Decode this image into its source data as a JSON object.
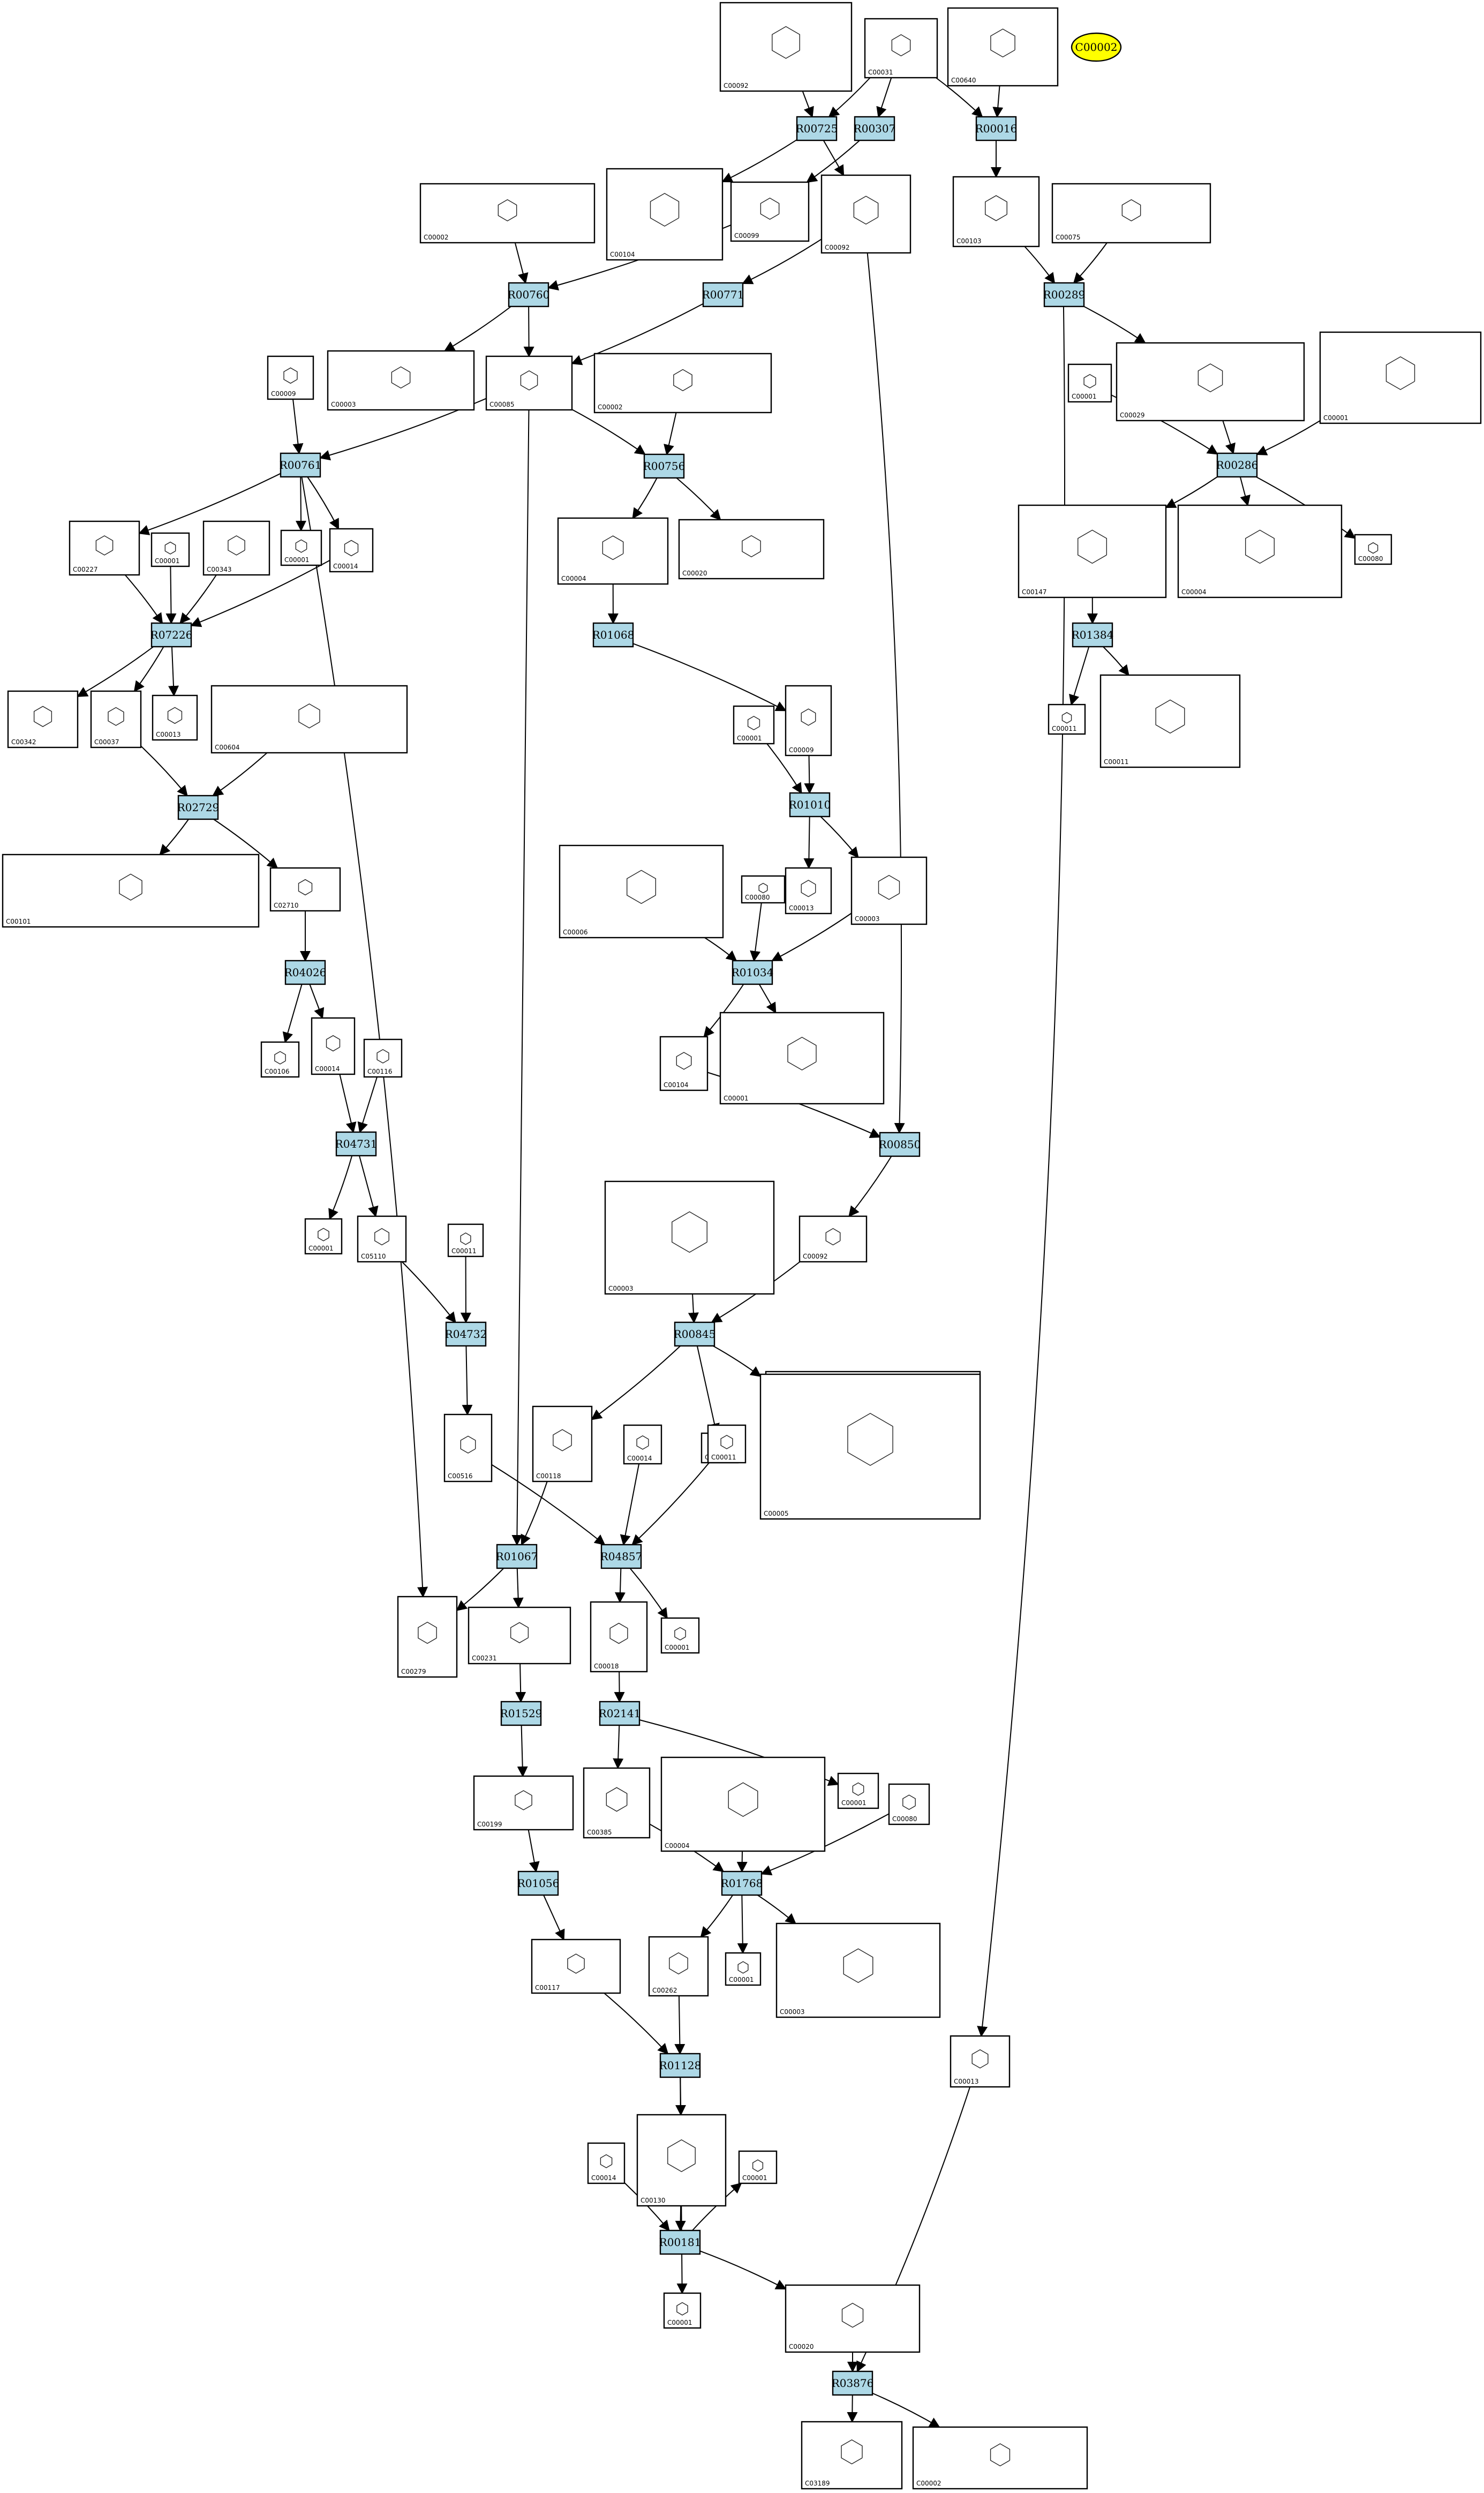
{
  "highlight": {
    "label": "C00002",
    "color": "#ffff00"
  },
  "colors": {
    "reaction_fill": "#add8e6",
    "compound_fill": "#ffffff",
    "stroke": "#000000"
  },
  "reactions": [
    "R00725",
    "R00307",
    "R00016",
    "R00760",
    "R00771",
    "R00289",
    "R00761",
    "R00756",
    "R00286",
    "R07226",
    "R01068",
    "R01384",
    "R02729",
    "R01010",
    "R04026",
    "R01034",
    "R04731",
    "R00850",
    "R04732",
    "R00845",
    "R01067",
    "R04857",
    "R01529",
    "R02141",
    "R01056",
    "R01768",
    "R01128",
    "R00181",
    "R03876"
  ],
  "compounds": [
    "C00092",
    "C00031",
    "C00640",
    "C00002",
    "C00104",
    "C00099",
    "C00092",
    "C00103",
    "C00075",
    "C00009",
    "C00003",
    "C00085",
    "C00002",
    "C00029",
    "C00001",
    "C00001",
    "C00227",
    "C00001",
    "C00343",
    "C00001",
    "C00014",
    "C00004",
    "C00020",
    "C00147",
    "C00004",
    "C00080",
    "C00342",
    "C00037",
    "C00013",
    "C00604",
    "C00011",
    "C00001",
    "C00009",
    "C00011",
    "C00101",
    "C02710",
    "C00006",
    "C00080",
    "C00013",
    "C00003",
    "C00104",
    "C00001",
    "C00106",
    "C00014",
    "C00116",
    "C00003",
    "C00001",
    "C05110",
    "C00011",
    "C00092",
    "C00006",
    "C00516",
    "C00118",
    "C00014",
    "C00080",
    "C00011",
    "C00005",
    "C00279",
    "C00231",
    "C00018",
    "C00001",
    "C00199",
    "C00385",
    "C00004",
    "C00001",
    "C00080",
    "C00117",
    "C00262",
    "C00001",
    "C00003",
    "C00013",
    "C00130",
    "C00014",
    "C00001",
    "C00001",
    "C00020",
    "C03189",
    "C00002"
  ]
}
